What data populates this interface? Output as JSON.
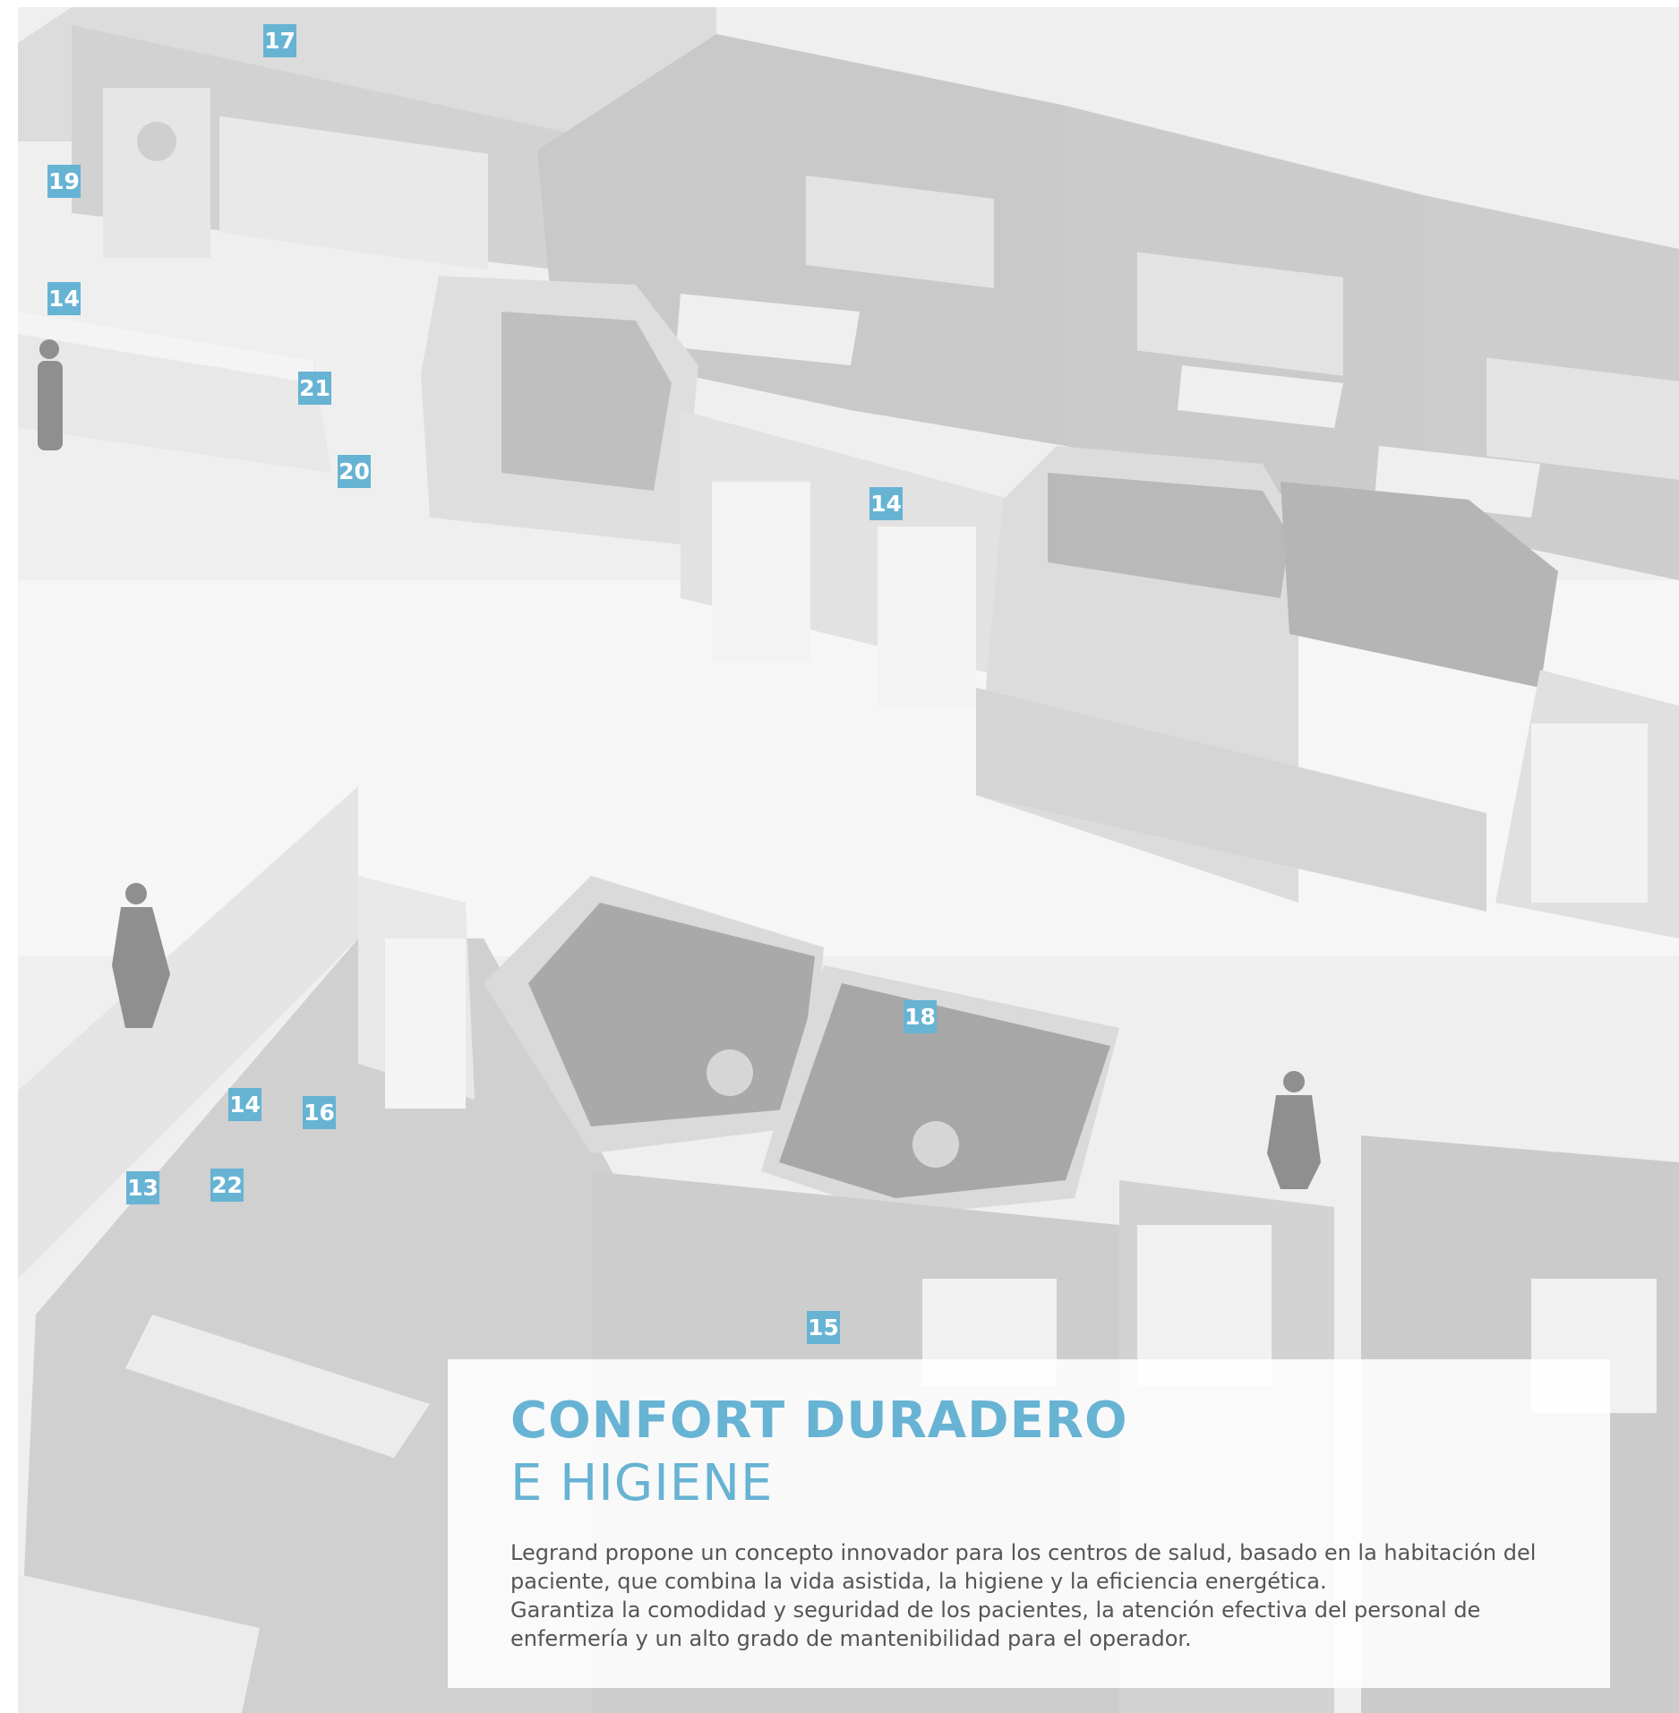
{
  "colors": {
    "accent": "#67b3d4",
    "body_text": "#555555",
    "floor": "#ececec",
    "wall": "#d7d7d7"
  },
  "markers": [
    "17",
    "19",
    "14",
    "21",
    "20",
    "14",
    "18",
    "14",
    "16",
    "13",
    "22",
    "15"
  ],
  "panel": {
    "title_line1": "CONFORT DURADERO",
    "title_line2": "E HIGIENE",
    "body_line1": "Legrand propone un concepto innovador para los centros de salud, basado en la habitación del paciente, que combina la vida asistida, la higiene y la eficiencia energética.",
    "body_line2": "Garantiza la comodidad y seguridad de los pacientes, la atención efectiva del personal de enfermería y un alto grado de mantenibilidad para el operador."
  }
}
